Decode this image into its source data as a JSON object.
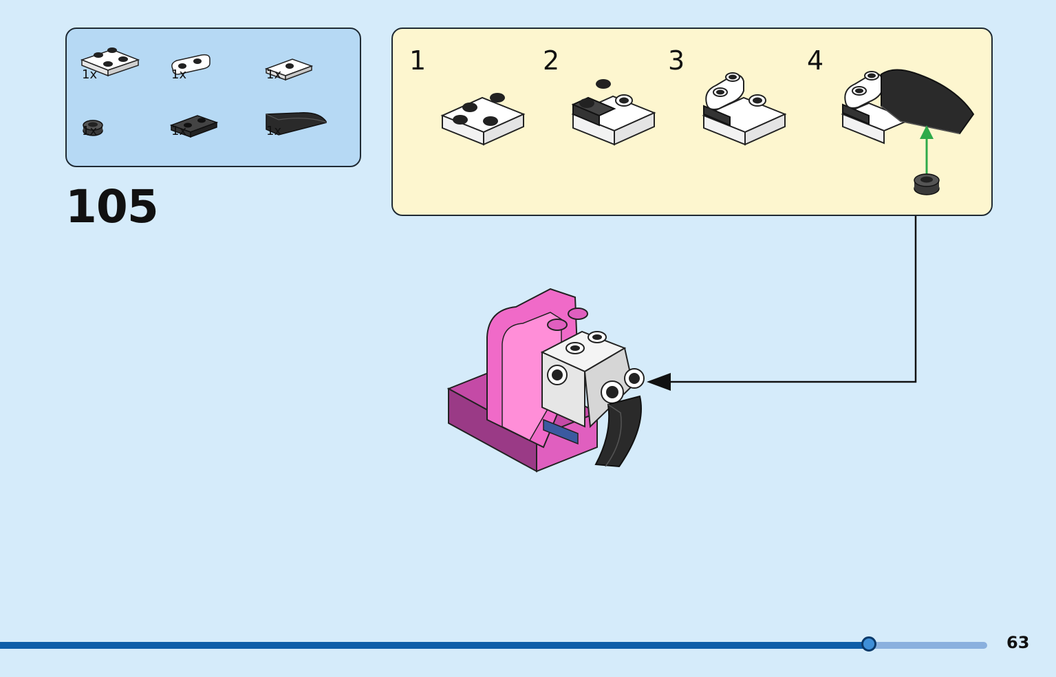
{
  "step": {
    "number": "105"
  },
  "parts_list": {
    "items": [
      {
        "icon": "white-plate-2x2-icon",
        "qty": "1x"
      },
      {
        "icon": "white-plate-1x2-rounded-icon",
        "qty": "1x"
      },
      {
        "icon": "white-tile-1x2-with-stud-icon",
        "qty": "1x"
      },
      {
        "icon": "dark-round-plate-1x1-icon",
        "qty": "1x"
      },
      {
        "icon": "black-plate-1x2-icon",
        "qty": "1x"
      },
      {
        "icon": "black-curved-slope-icon",
        "qty": "1x"
      }
    ]
  },
  "sub_steps": [
    {
      "label": "1"
    },
    {
      "label": "2"
    },
    {
      "label": "3"
    },
    {
      "label": "4"
    }
  ],
  "page": {
    "number": "63",
    "progress_fraction": 0.88
  },
  "colors": {
    "background": "#d5ebfa",
    "parts_panel": "#b6d9f4",
    "substep_panel": "#fdf6cf",
    "progress": "#0f5ea8",
    "arrow_green": "#2eaa4a",
    "model_pink": "#f06ac8"
  }
}
